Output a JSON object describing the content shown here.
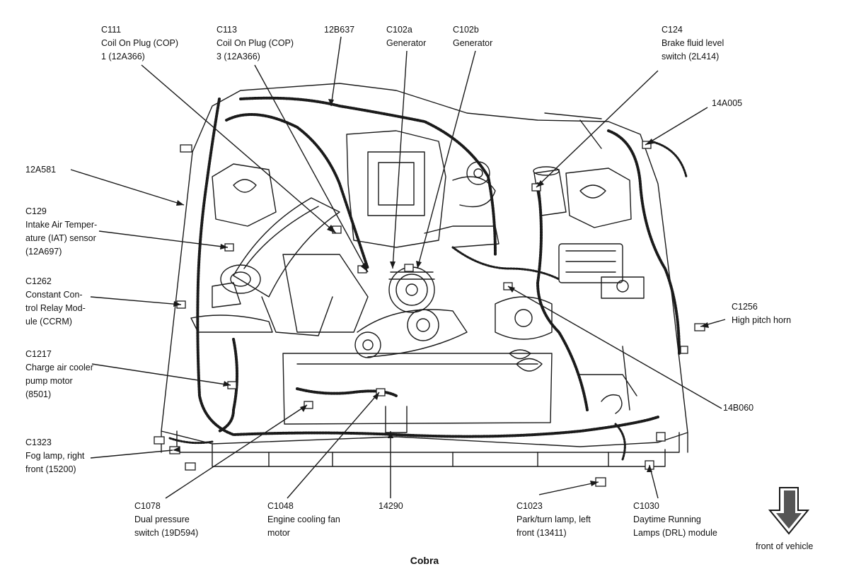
{
  "caption": "Cobra",
  "front_of_vehicle": "front of vehicle",
  "labels": {
    "c111": [
      "C111",
      "Coil On Plug (COP)",
      "1 (12A366)"
    ],
    "c113": [
      "C113",
      "Coil On Plug (COP)",
      "3 (12A366)"
    ],
    "n12b637": [
      "12B637"
    ],
    "c102a": [
      "C102a",
      "Generator"
    ],
    "c102b": [
      "C102b",
      "Generator"
    ],
    "c124": [
      "C124",
      "Brake fluid level",
      "switch (2L414)"
    ],
    "n14a005": [
      "14A005"
    ],
    "n12a581": [
      "12A581"
    ],
    "c129": [
      "C129",
      "Intake Air Temper-",
      "ature (IAT) sensor",
      "(12A697)"
    ],
    "c1262": [
      "C1262",
      "Constant Con-",
      "trol Relay Mod-",
      "ule (CCRM)"
    ],
    "c1256": [
      "C1256",
      "High pitch horn"
    ],
    "c1217": [
      "C1217",
      "Charge air cooler",
      "pump motor",
      "(8501)"
    ],
    "n14b060": [
      "14B060"
    ],
    "c1323": [
      "C1323",
      "Fog lamp, right",
      "front (15200)"
    ],
    "c1078": [
      "C1078",
      "Dual pressure",
      "switch (19D594)"
    ],
    "c1048": [
      "C1048",
      "Engine cooling fan",
      "motor"
    ],
    "n14290": [
      "14290"
    ],
    "c1023": [
      "C1023",
      "Park/turn lamp, left",
      "front (13411)"
    ],
    "c1030": [
      "C1030",
      "Daytime Running",
      "Lamps (DRL) module"
    ]
  }
}
